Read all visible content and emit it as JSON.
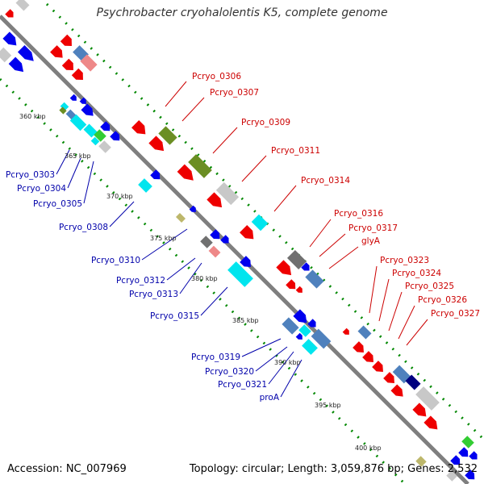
{
  "title": "Psychrobacter cryohalolentis K5, complete genome",
  "footer": {
    "accession": "Accession: NC_007969",
    "summary": "Topology: circular; Length: 3,059,876 bp; Genes: 2,532"
  },
  "colors": {
    "forward_label": "#cc0000",
    "reverse_label": "#0000aa",
    "backbone": "#808080",
    "gc_dots": "#008800"
  },
  "ticks": [
    "360 kbp",
    "365 kbp",
    "370 kbp",
    "375 kbp",
    "380 kbp",
    "385 kbp",
    "390 kbp",
    "395 kbp",
    "400 kbp"
  ],
  "forward_labels": [
    "Pcryo_0306",
    "Pcryo_0307",
    "Pcryo_0309",
    "Pcryo_0311",
    "Pcryo_0314",
    "Pcryo_0316",
    "Pcryo_0317",
    "glyA",
    "Pcryo_0323",
    "Pcryo_0324",
    "Pcryo_0325",
    "Pcryo_0326",
    "Pcryo_0327"
  ],
  "reverse_labels": [
    "Pcryo_0303",
    "Pcryo_0304",
    "Pcryo_0305",
    "Pcryo_0308",
    "Pcryo_0310",
    "Pcryo_0312",
    "Pcryo_0313",
    "Pcryo_0315",
    "Pcryo_0319",
    "Pcryo_0320",
    "Pcryo_0321",
    "proA"
  ]
}
